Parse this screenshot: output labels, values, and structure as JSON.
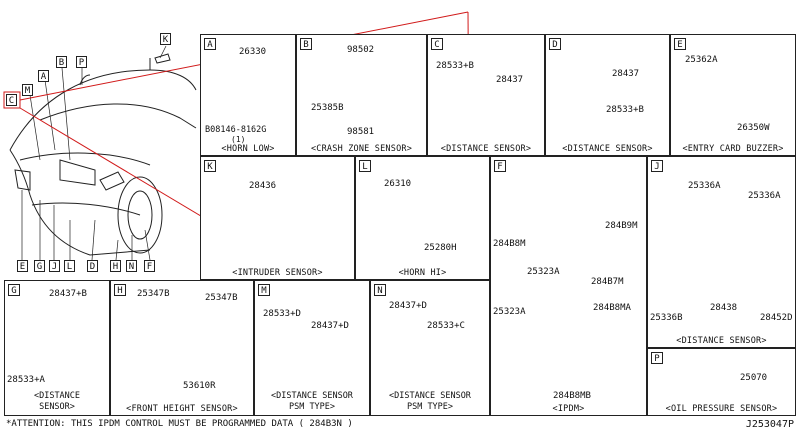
{
  "vehicle_tags": {
    "top": [
      "K",
      "A",
      "B",
      "P",
      "M",
      "C"
    ],
    "bottom": [
      "E",
      "G",
      "J",
      "L",
      "D",
      "H",
      "N",
      "F"
    ]
  },
  "panels": {
    "A": {
      "letter": "A",
      "parts": [
        "26330",
        "B08146-8162G",
        "(1)"
      ],
      "caption": "<HORN LOW>"
    },
    "B": {
      "letter": "B",
      "parts": [
        "98502",
        "25385B",
        "98581"
      ],
      "caption": "<CRASH ZONE SENSOR>"
    },
    "C": {
      "letter": "C",
      "parts": [
        "28533+B",
        "28437"
      ],
      "caption": "<DISTANCE SENSOR>"
    },
    "D": {
      "letter": "D",
      "parts": [
        "28437",
        "28533+B"
      ],
      "caption": "<DISTANCE SENSOR>"
    },
    "E": {
      "letter": "E",
      "parts": [
        "25362A",
        "26350W"
      ],
      "caption": "<ENTRY CARD BUZZER>"
    },
    "K": {
      "letter": "K",
      "parts": [
        "28436"
      ],
      "caption": "<INTRUDER SENSOR>"
    },
    "L": {
      "letter": "L",
      "parts": [
        "26310",
        "25280H"
      ],
      "caption": "<HORN HI>"
    },
    "F": {
      "letter": "F",
      "parts": [
        "284B9M",
        "284B8M",
        "25323A",
        "284B7M",
        "284B8MA",
        "25323A",
        "284B8MB"
      ],
      "caption": "<IPDM>"
    },
    "J": {
      "letter": "J",
      "parts": [
        "25336A",
        "25336A",
        "25336B",
        "28438",
        "28452D"
      ],
      "caption": "<DISTANCE SENSOR>"
    },
    "G": {
      "letter": "G",
      "parts": [
        "28437+B",
        "28533+A"
      ],
      "caption": "<DISTANCE",
      "caption2": "SENSOR>"
    },
    "H": {
      "letter": "H",
      "parts": [
        "25347B",
        "25347B",
        "53610R"
      ],
      "caption": "<FRONT HEIGHT SENSOR>"
    },
    "M": {
      "letter": "M",
      "parts": [
        "28533+D",
        "28437+D"
      ],
      "caption": "<DISTANCE SENSOR",
      "caption2": "PSM TYPE>"
    },
    "N": {
      "letter": "N",
      "parts": [
        "28437+D",
        "28533+C"
      ],
      "caption": "<DISTANCE SENSOR",
      "caption2": "PSM TYPE>"
    },
    "P": {
      "letter": "P",
      "parts": [
        "25070"
      ],
      "caption": "<OIL PRESSURE SENSOR>"
    }
  },
  "footer": {
    "note": "*ATTENTION: THIS IPDM CONTROL MUST BE PROGRAMMED DATA ( 284B3N )",
    "code": "J253047P"
  },
  "colors": {
    "line": "#222222",
    "callout": "#d11a1a"
  }
}
